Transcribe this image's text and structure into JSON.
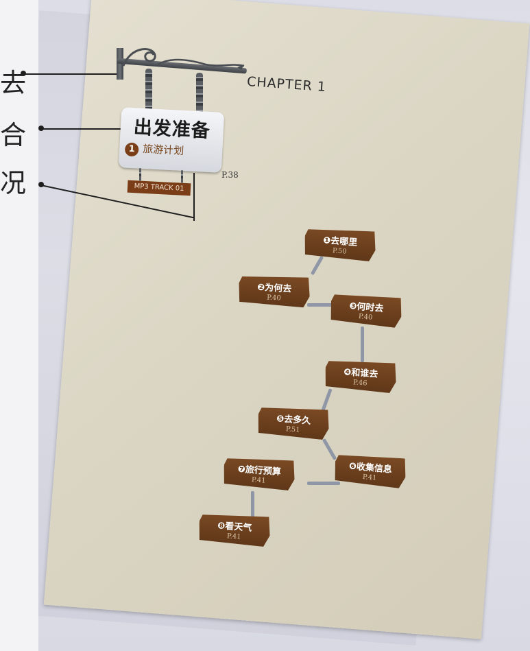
{
  "left_margin": {
    "lines": [
      "去",
      "合",
      "况"
    ]
  },
  "chapter": {
    "label": "CHAPTER 1"
  },
  "sign": {
    "title": "出发准备",
    "number": "1",
    "subtitle": "旅游计划",
    "audio": "MP3 TRACK 01",
    "page": "P.38"
  },
  "flow": {
    "nodes": [
      {
        "label": "❶去哪里",
        "page": "P.50"
      },
      {
        "label": "❷为何去",
        "page": "P.40"
      },
      {
        "label": "❸何时去",
        "page": "P.40"
      },
      {
        "label": "❹和谁去",
        "page": "P.46"
      },
      {
        "label": "❺去多久",
        "page": "P.51"
      },
      {
        "label": "❻收集信息",
        "page": "P.41"
      },
      {
        "label": "❼旅行预算",
        "page": "P.41"
      },
      {
        "label": "❽看天气",
        "page": "P.41"
      }
    ]
  },
  "colors": {
    "node_brown": "#6b3f1e",
    "paper": "#dcd7c5",
    "connector": "#8f97a6"
  }
}
